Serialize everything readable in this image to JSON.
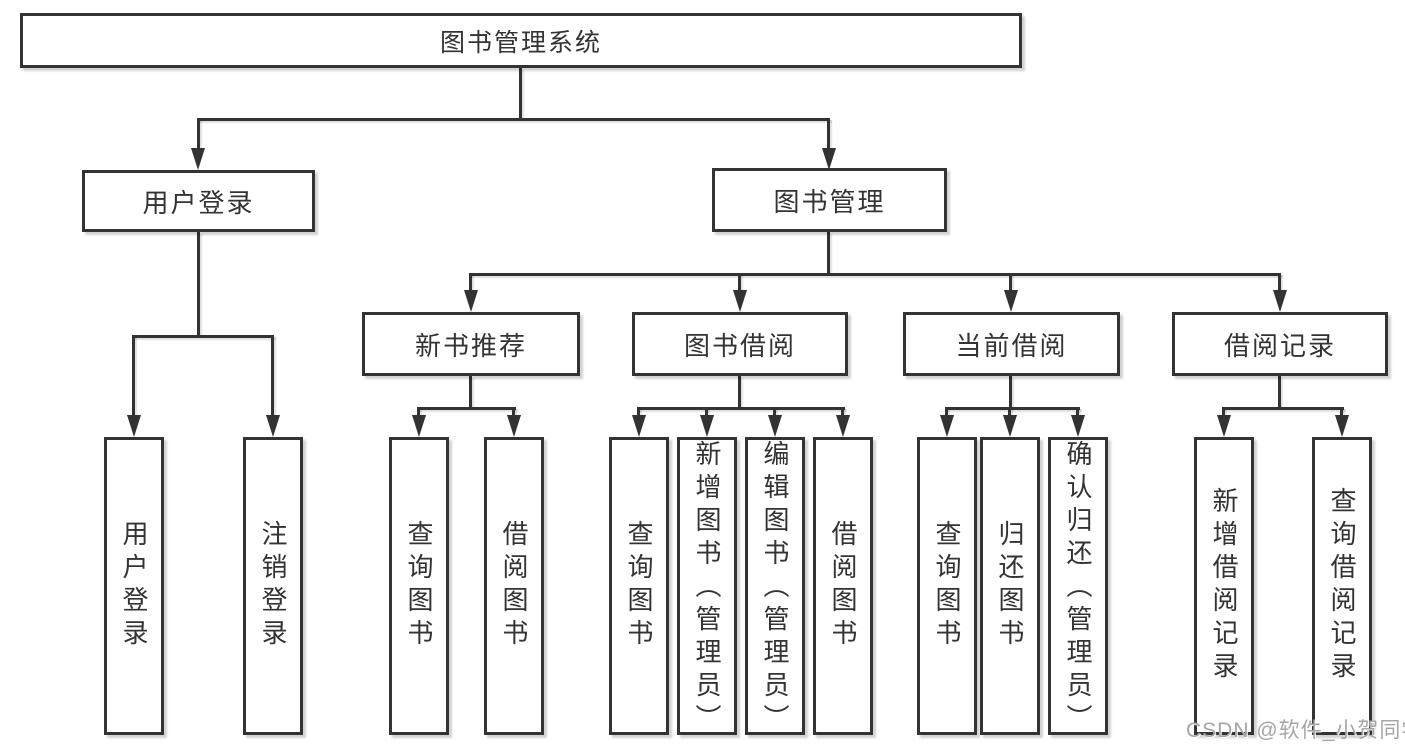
{
  "diagram": {
    "root": {
      "label": "图书管理系统"
    },
    "level2": {
      "user_login": {
        "label": "用户登录"
      },
      "book_mgmt": {
        "label": "图书管理"
      }
    },
    "level3": {
      "new_books": {
        "label": "新书推荐"
      },
      "borrow": {
        "label": "图书借阅"
      },
      "current": {
        "label": "当前借阅"
      },
      "records": {
        "label": "借阅记录"
      }
    },
    "leaves": {
      "user_login_login": {
        "label": "用户登录"
      },
      "user_login_logout": {
        "label": "注销登录"
      },
      "new_books_query": {
        "label": "查询图书"
      },
      "new_books_borrow": {
        "label": "借阅图书"
      },
      "borrow_query": {
        "label": "查询图书"
      },
      "borrow_add": {
        "label": "新增图书（管理员）"
      },
      "borrow_edit": {
        "label": "编辑图书（管理员）"
      },
      "borrow_borrow": {
        "label": "借阅图书"
      },
      "current_query": {
        "label": "查询图书"
      },
      "current_return": {
        "label": "归还图书"
      },
      "current_confirm": {
        "label": "确认归还（管理员）"
      },
      "records_add": {
        "label": "新增借阅记录"
      },
      "records_query": {
        "label": "查询借阅记录"
      }
    }
  },
  "watermark": {
    "text": "CSDN @软件_小贺同学"
  },
  "colors": {
    "line": "#333333",
    "text": "#333333",
    "watermark": "#a6a6a6",
    "background": "#ffffff"
  }
}
